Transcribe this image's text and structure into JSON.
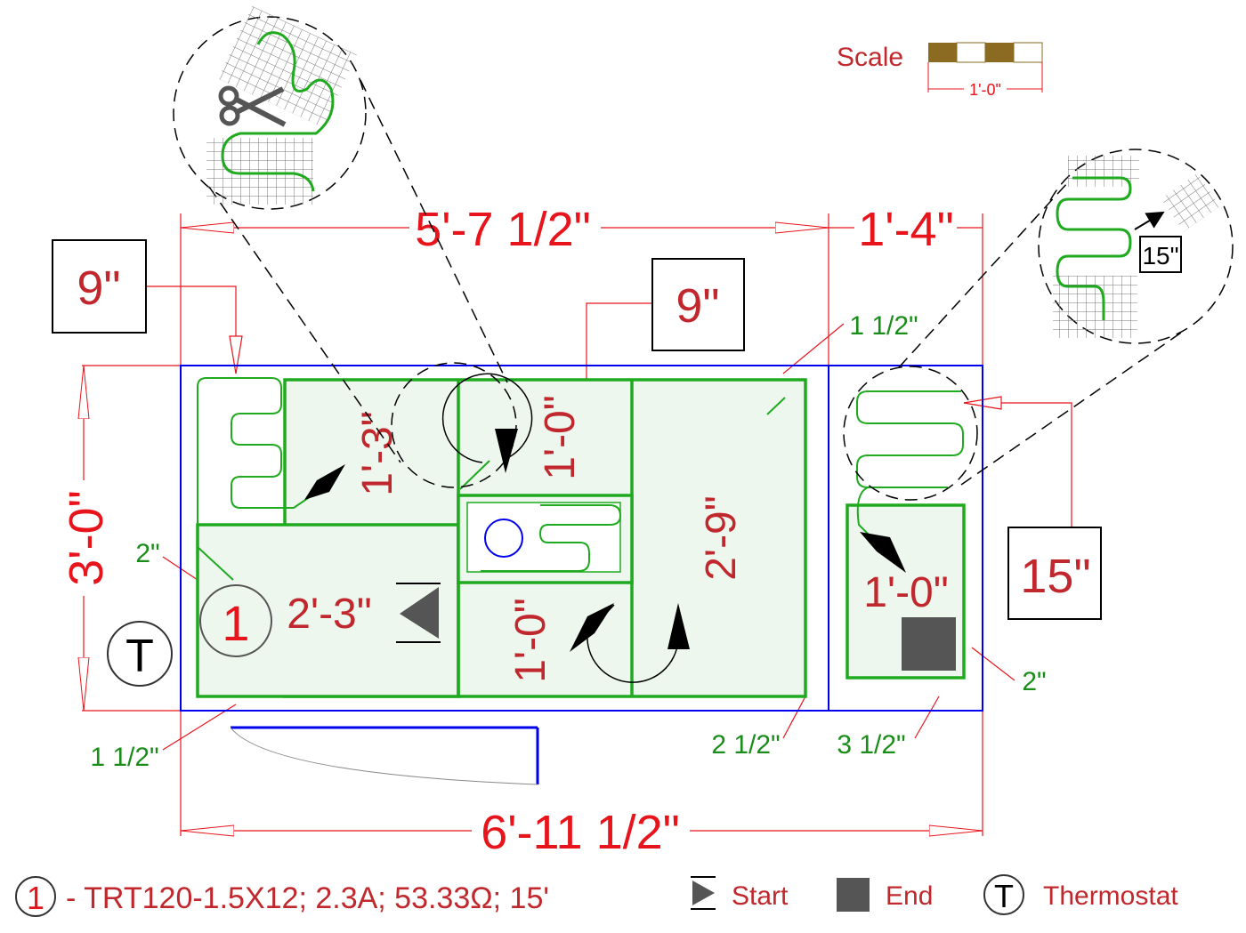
{
  "scale": {
    "label": "Scale",
    "length": "1'-0\"",
    "colors": [
      "#8b6a22",
      "#ffffff"
    ]
  },
  "dimensions": {
    "top_main": "5'-7 1/2\"",
    "top_right": "1'-4\"",
    "bottom_total": "6'-11 1/2\"",
    "left_height": "3'-0\""
  },
  "callout_boxes": {
    "left_spacing": "9\"",
    "mid_spacing": "9\"",
    "right_spacing": "15\"",
    "detail_spacing": "15\""
  },
  "offsets": {
    "top_right": "1 1/2\"",
    "left": "2\"",
    "bottom_left": "1 1/2\"",
    "bottom_mid": "2 1/2\"",
    "bottom_right": "3 1/2\"",
    "right": "2\""
  },
  "zones": {
    "z1": "1'-3\"",
    "z2": "1'-0\"",
    "z3": "2'-9\"",
    "z4": "1'-0\"",
    "z5": "2'-3\"",
    "z6": "1'-0\""
  },
  "markers": {
    "mat_number": "1",
    "thermostat": "T"
  },
  "legend": {
    "mat_number": "1",
    "mat_spec": "- TRT120-1.5X12; 2.3A; 53.33Ω; 15'",
    "start": "Start",
    "end": "End",
    "thermostat_symbol": "T",
    "thermostat": "Thermostat"
  },
  "colors": {
    "wall": "#0000ee",
    "mat": "#1faa1f",
    "dimension": "#e8141c",
    "fill": "#eef7ee"
  }
}
